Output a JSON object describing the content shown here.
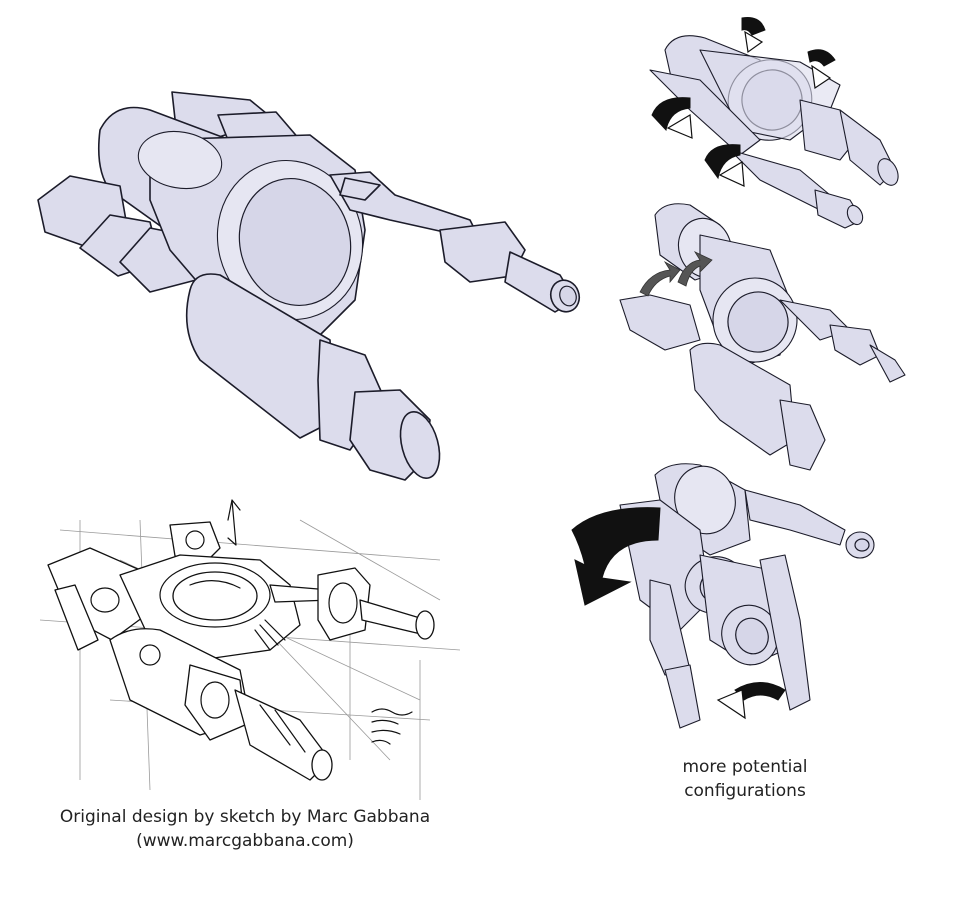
{
  "captions": {
    "sketch_credit_line1": "Original design by sketch by Marc Gabbana",
    "sketch_credit_line2": "(www.marcgabbana.com)",
    "configs_line1": "more potential",
    "configs_line2": "configurations"
  },
  "colors": {
    "panel_fill": "#dcdcec",
    "outline": "#1c1c2a",
    "background": "#ffffff"
  }
}
